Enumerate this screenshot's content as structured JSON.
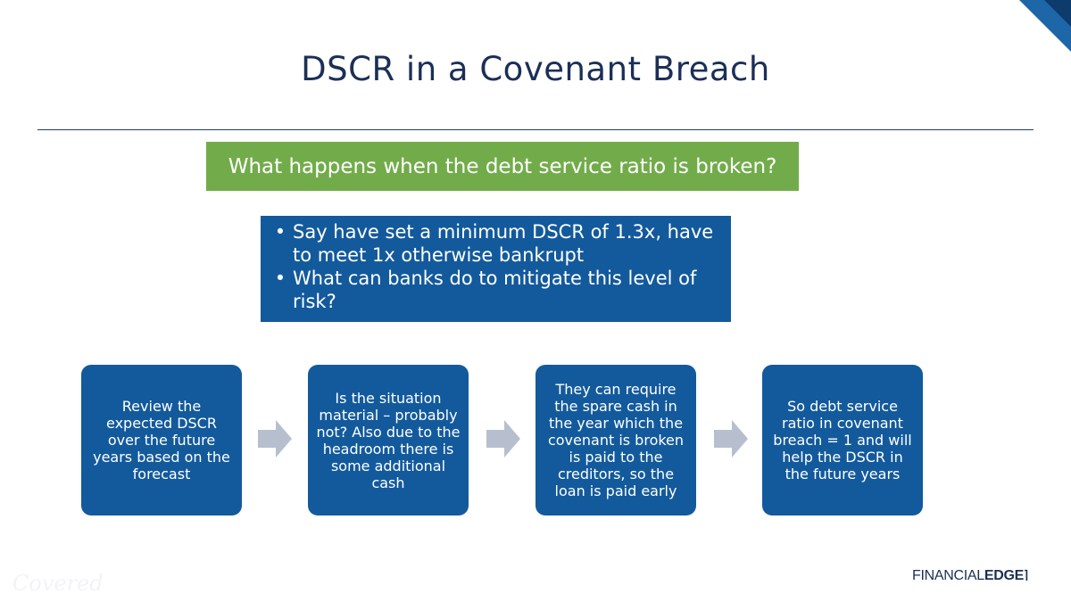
{
  "slide": {
    "title": "DSCR in a Covenant Breach",
    "question": "What happens when the debt service ratio is broken?"
  },
  "bullets": [
    {
      "marker": "•",
      "text": "Say have set a minimum DSCR of 1.3x, have to meet 1x otherwise bankrupt"
    },
    {
      "marker": "•",
      "text": "What can banks do to mitigate this level of risk?"
    }
  ],
  "steps": [
    {
      "text": "Review the expected DSCR over the future years based on the forecast"
    },
    {
      "text": "Is the situation material – probably not? Also due to the headroom there is some additional cash"
    },
    {
      "text": "They can require the spare cash in the year which the covenant is broken is paid to the creditors, so the loan is paid early"
    },
    {
      "text": "So debt service ratio in covenant breach = 1 and will help the DSCR in the future years"
    }
  ],
  "branding": {
    "watermark": "Covered",
    "logo_left": "FINANCIAL",
    "logo_right": "EDGE",
    "logo_mark": "⌉"
  },
  "colors": {
    "navy_box": "#135a9c",
    "green_box": "#72ac4a",
    "arrow": "#b7bfcf",
    "title": "#1b2f57"
  }
}
